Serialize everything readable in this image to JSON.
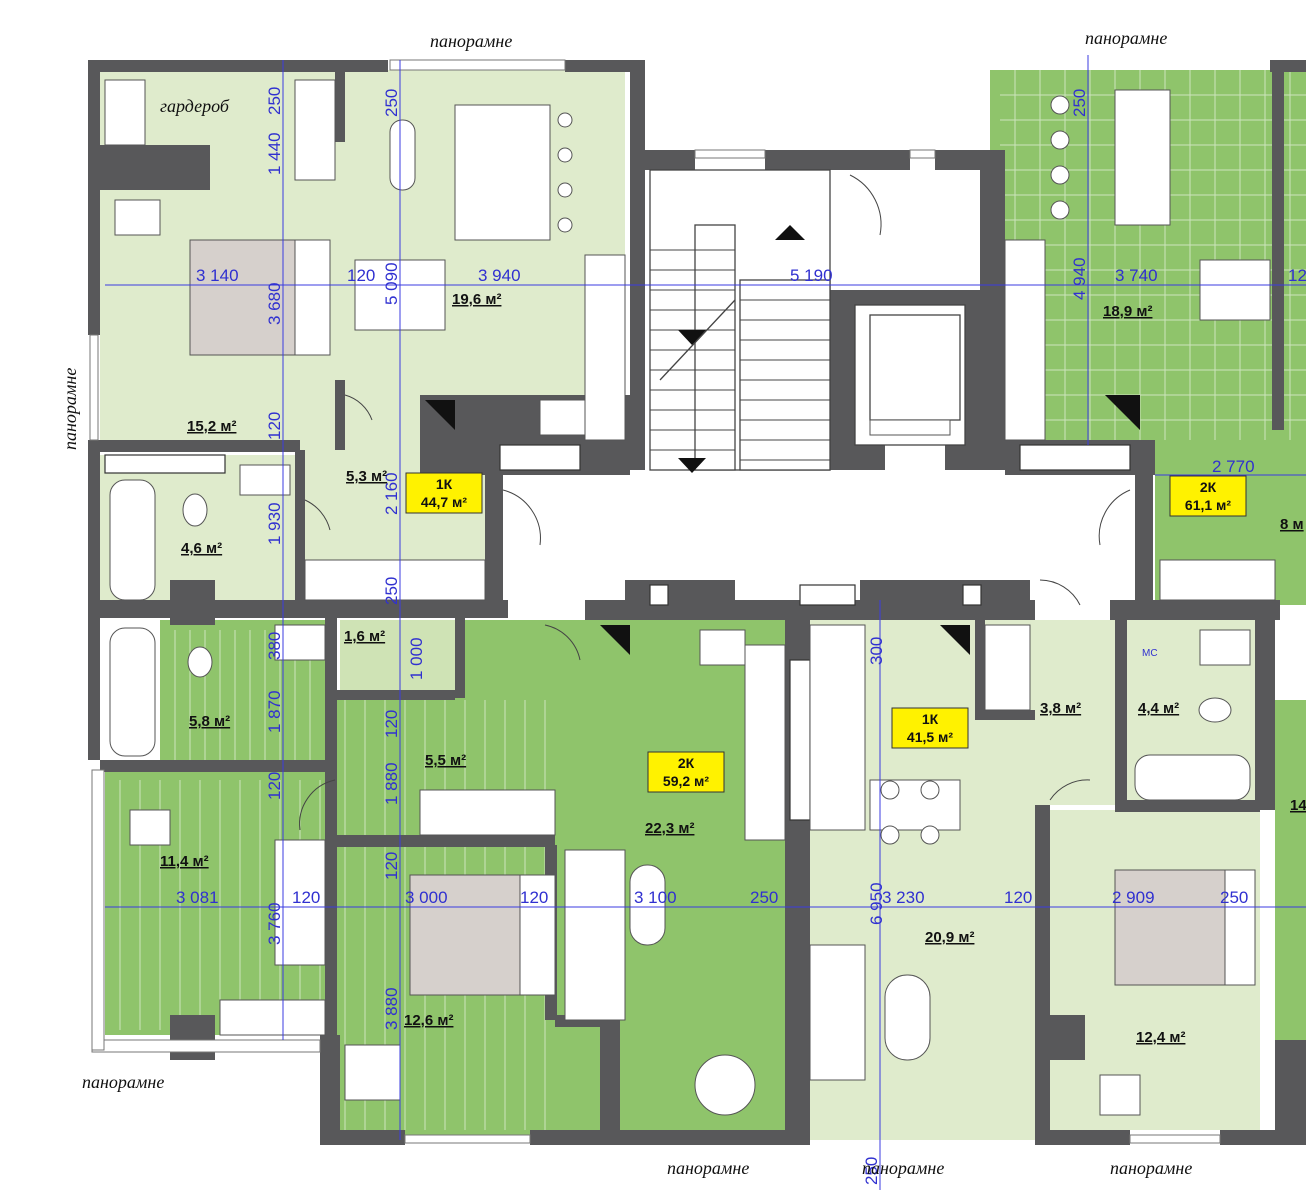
{
  "labels": {
    "panoramic": "панорамне",
    "wardrobe": "гардероб",
    "mc": "МС"
  },
  "areas": {
    "a_15_2": "15,2 м²",
    "a_19_6": "19,6 м²",
    "a_5_3": "5,3 м²",
    "a_4_6": "4,6 м²",
    "a_1_6": "1,6 м²",
    "a_5_8": "5,8 м²",
    "a_5_5": "5,5 м²",
    "a_11_4": "11,4 м²",
    "a_12_6_left": "12,6 м²",
    "a_22_3": "22,3 м²",
    "a_20_9": "20,9 м²",
    "a_3_8": "3,8 м²",
    "a_4_4": "4,4 м²",
    "a_12_4_right": "12,4 м²",
    "a_18_9": "18,9 м²",
    "a_8_partial": "8 м",
    "a_14_partial": "14"
  },
  "apartments": {
    "apt_1k_a": {
      "type": "1К",
      "area": "44,7 м²"
    },
    "apt_2k_a": {
      "type": "2К",
      "area": "61,1 м²"
    },
    "apt_2k_b": {
      "type": "2К",
      "area": "59,2 м²"
    },
    "apt_1k_b": {
      "type": "1К",
      "area": "41,5 м²"
    }
  },
  "dimensions": {
    "d_3140": "3 140",
    "d_120_a": "120",
    "d_3940": "3 940",
    "d_5190": "5 190",
    "d_3740": "3 740",
    "d_12_partial": "12",
    "d_1440": "1 440",
    "d_250_a": "250",
    "d_250_b": "250",
    "d_3680": "3 680",
    "d_5090": "5 090",
    "d_4940": "4 940",
    "d_250_c": "250",
    "d_120_b": "120",
    "d_2160": "2 160",
    "d_1930": "1 930",
    "d_250_d": "250",
    "d_2770": "2 770",
    "d_380": "380",
    "d_1000": "1 000",
    "d_1870": "1 870",
    "d_120_c": "120",
    "d_1880": "1 880",
    "d_120_d": "120",
    "d_300": "300",
    "d_120_e": "120",
    "d_3081": "3 081",
    "d_120_f": "120",
    "d_3000": "3 000",
    "d_120_g": "120",
    "d_3100": "3 100",
    "d_250_e": "250",
    "d_6950": "6 950",
    "d_3230": "3 230",
    "d_120_h": "120",
    "d_2909": "2 909",
    "d_250_f": "250",
    "d_3760": "3 760",
    "d_3880": "3 880",
    "d_250_g": "250"
  },
  "colors": {
    "wall": "#58585a",
    "room_light": "#dfebcc",
    "room_green": "#8fc46b",
    "badge": "#fff200",
    "dimension": "#3030d0"
  }
}
